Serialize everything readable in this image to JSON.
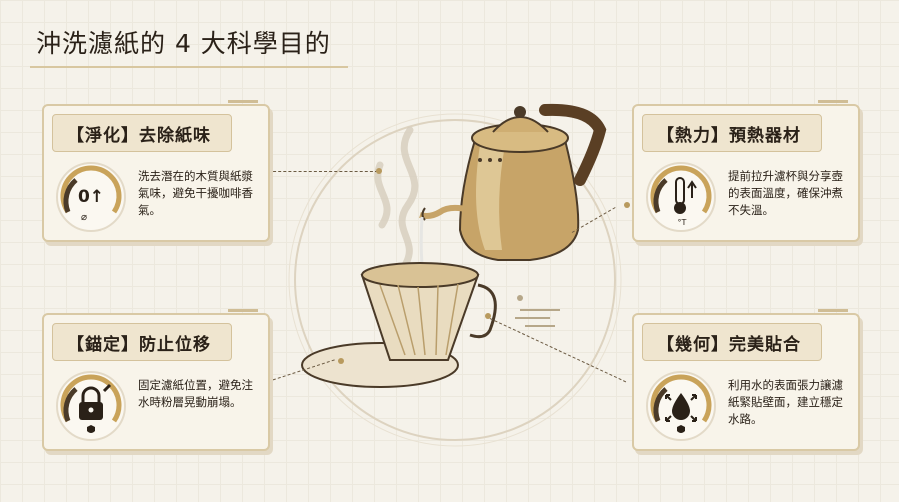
{
  "title": "沖洗濾紙的 4 大科學目的",
  "cards": [
    {
      "title": "【淨化】去除紙味",
      "description": "洗去潛在的木質與紙漿氣味，避免干擾咖啡香氣。",
      "icon": "odor-removal-icon",
      "icon_text": "0↑",
      "icon_sub": "⌀"
    },
    {
      "title": "【熱力】預熱器材",
      "description": "提前拉升濾杯與分享壺的表面溫度，確保沖煮不失溫。",
      "icon": "thermometer-icon",
      "icon_text": "",
      "icon_sub": "°T"
    },
    {
      "title": "【錨定】防止位移",
      "description": "固定濾紙位置，避免注水時粉層晃動崩塌。",
      "icon": "lock-icon",
      "icon_text": "",
      "icon_sub": ""
    },
    {
      "title": "【幾何】完美貼合",
      "description": "利用水的表面張力讓濾紙緊貼壁面，建立穩定水路。",
      "icon": "water-drop-expand-icon",
      "icon_text": "",
      "icon_sub": ""
    }
  ],
  "colors": {
    "accent": "#c9a35a",
    "dark_accent": "#4a3a28",
    "card_border": "#d9c9a5",
    "background": "#f5f2ea"
  }
}
